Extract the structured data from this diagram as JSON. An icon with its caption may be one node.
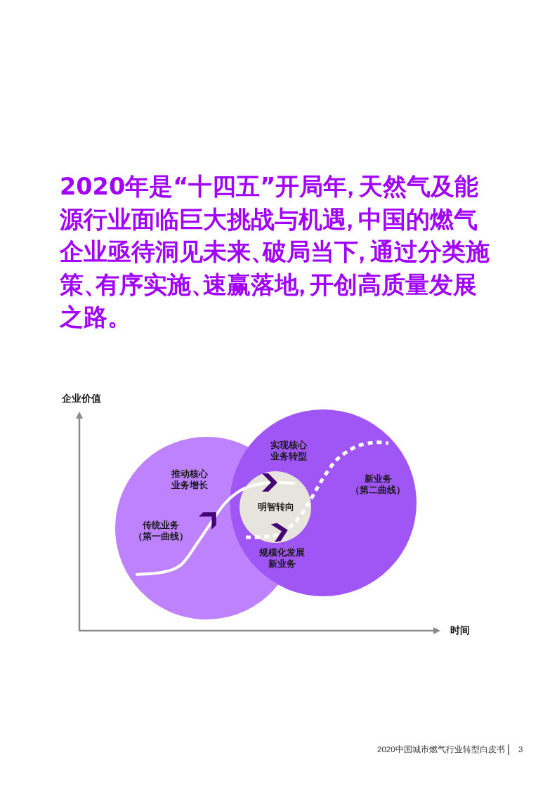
{
  "diagram": {
    "title": "2020年是“十四五”开局年，天然气及能源行业面临巨大挑战与机遇，中国的燃气企业亟待洞见未来、破局当下，通过分类施策、有序实施、速赢落地，开创高质量发展之路。",
    "nodes": [
      {
        "text": [
          "推动核心业务增长",
          "传统业务（第一曲线）"
        ]
      },
      {
        "text": [
          "实现核心业务转型",
          "新业务（第二曲线）",
          "规模化发展新业务"
        ]
      },
      {
        "text": [
          "明智转向"
        ],
        "in": 1
      }
    ],
    "labels": [
      "企业价值",
      "时间",
      "2020中国城市燃气行业转型白皮书",
      "3"
    ]
  }
}
